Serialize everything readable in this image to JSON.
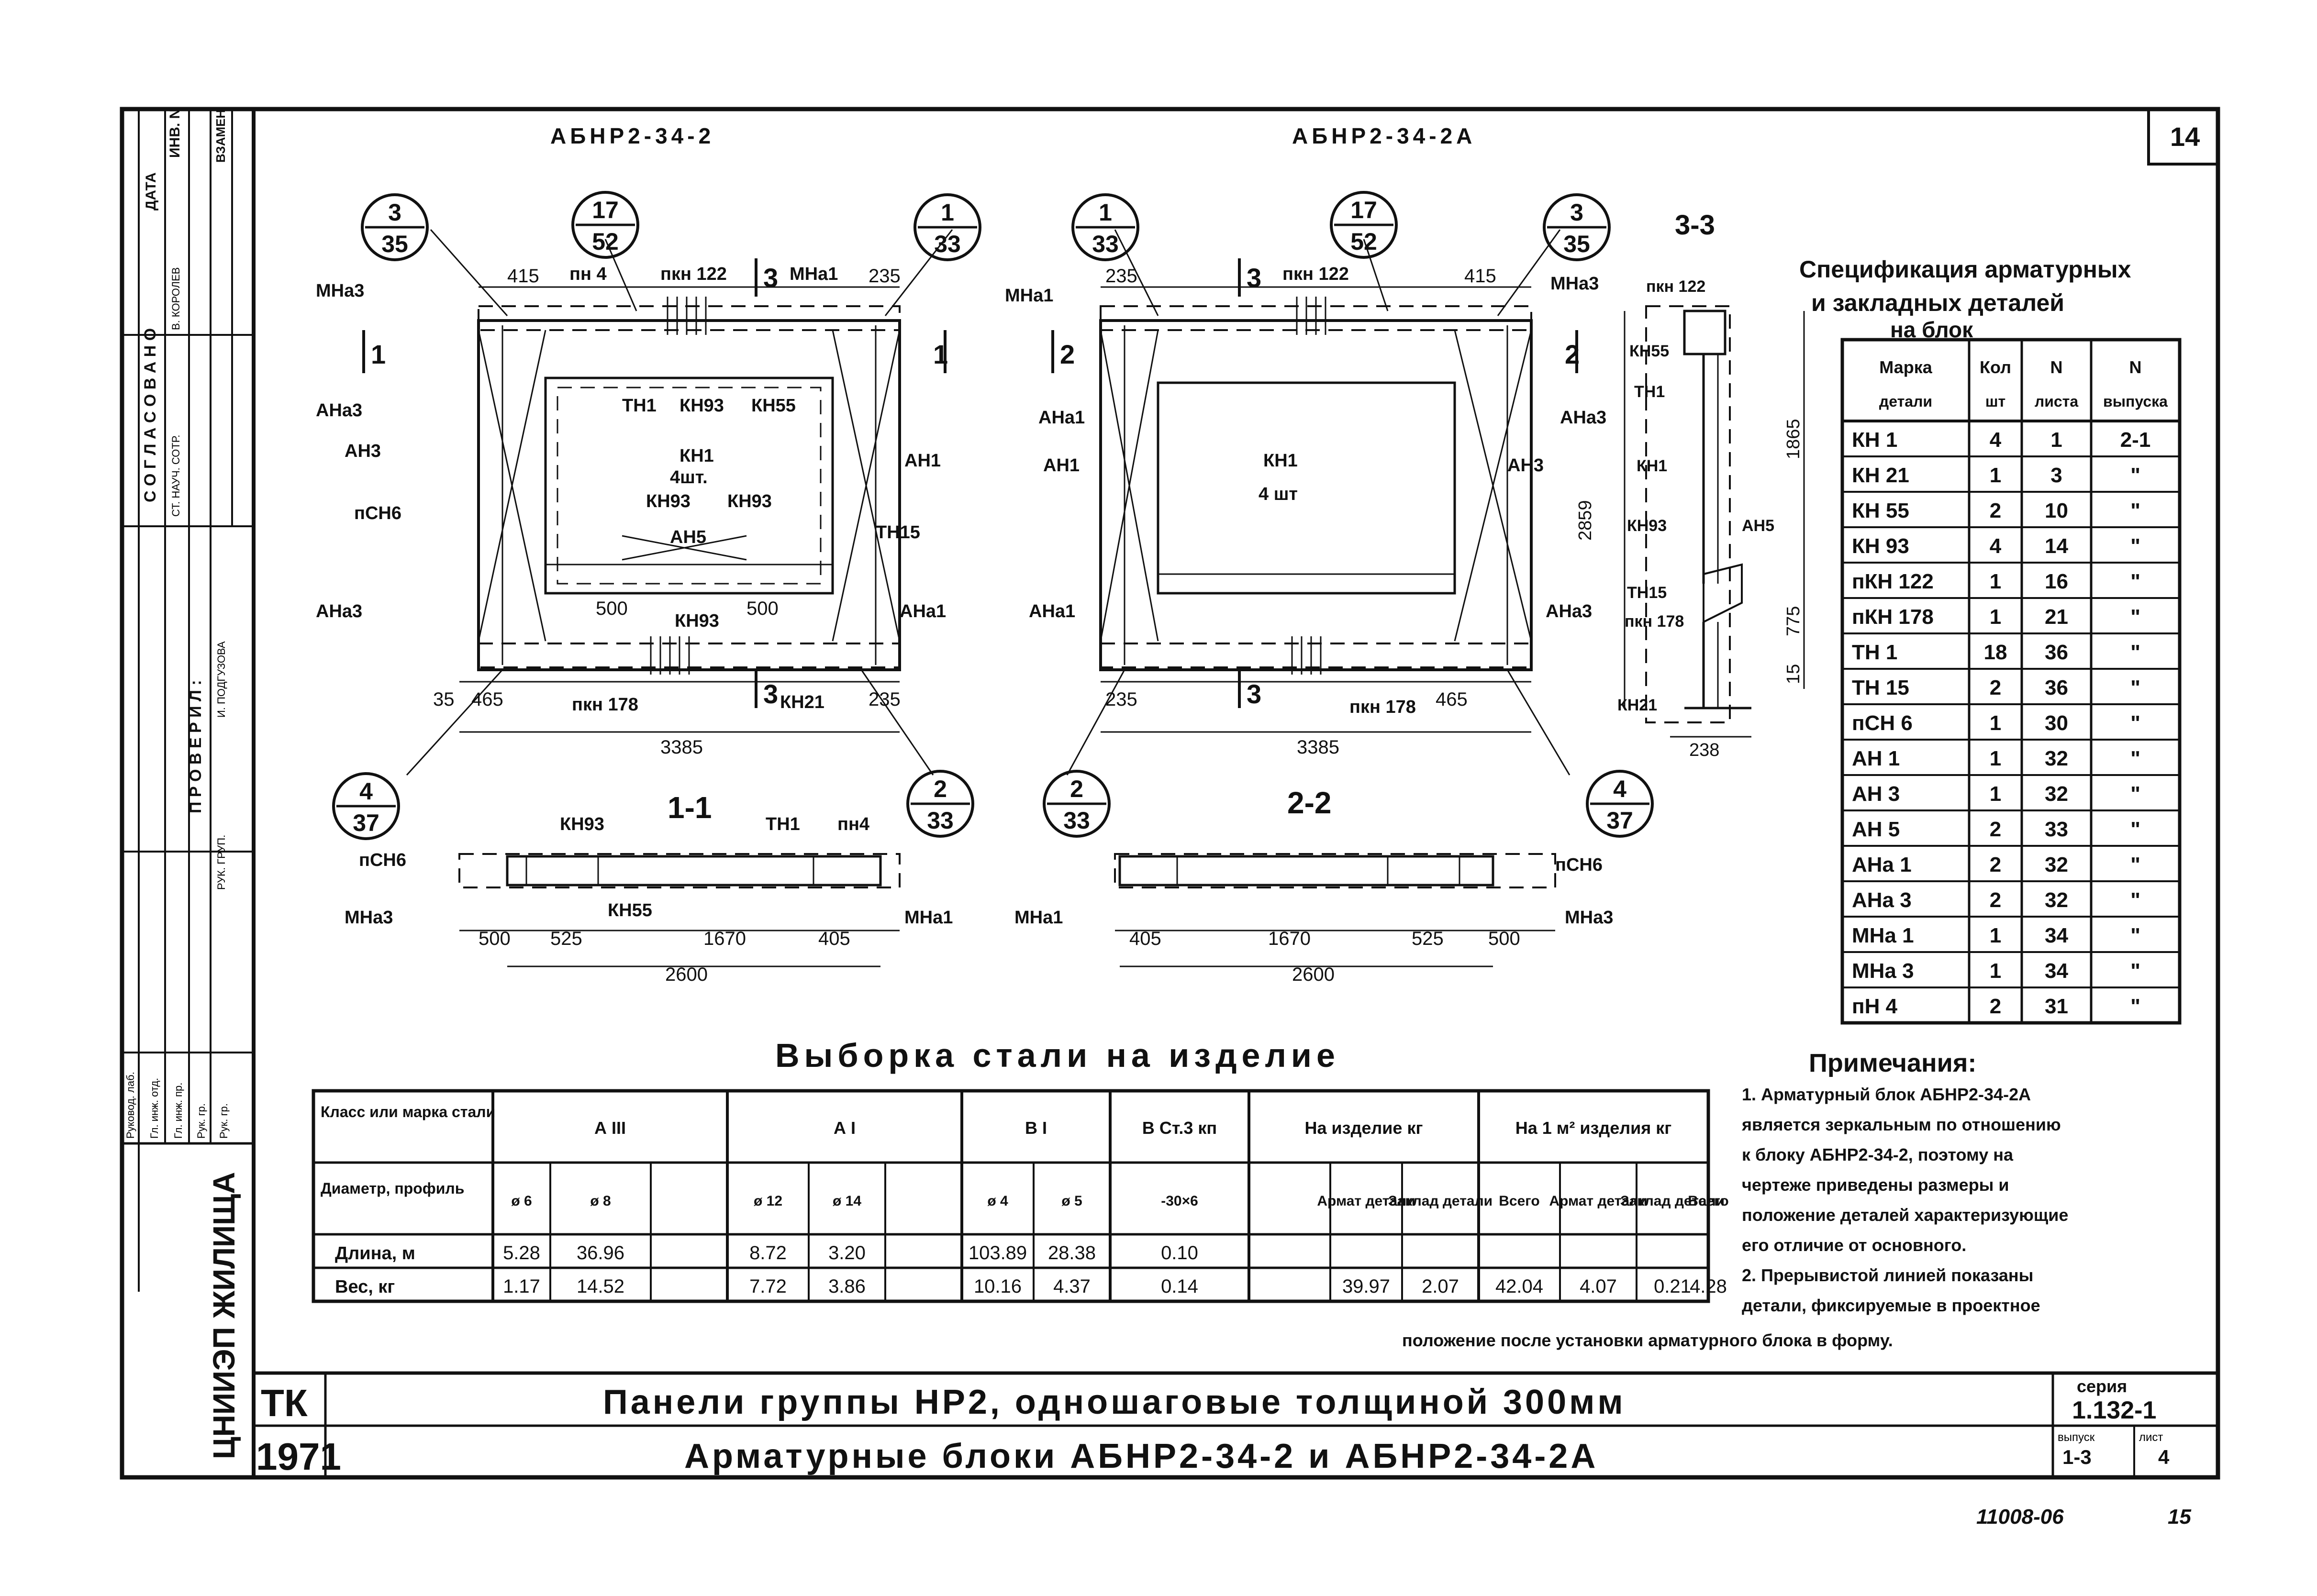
{
  "sheet": {
    "number": "14",
    "series_label": "серия",
    "series": "1.132-1",
    "issue_label": "выпуск",
    "issue": "1-3",
    "list_label": "лист",
    "list": "4",
    "org": "ЦНИИЭП ЖИЛИЩА",
    "tk": "ТК",
    "year": "1971",
    "title_line1": "Панели группы НР2, одношаговые толщиной 300мм",
    "title_line2": "Арматурные блоки АБНР2-34-2 и АБНР2-34-2А",
    "stamp_bottom": "11008-06",
    "stamp_num": "15"
  },
  "side_stamp": {
    "agreed": "С О Г Л А С О В А Н О",
    "date": "ДАТА",
    "inv": "ИНВ. N",
    "replace": "ВЗАМЕН",
    "checked": "П Р О В Е Р И Л :",
    "col1": [
      "СТ. НАУЧ. СОТР.",
      "В. КОРОЛЕВ"
    ],
    "col2": [
      "РУК. ГРУП.",
      "И. ПОДГУЗОВА"
    ],
    "names": [
      "Руковод. лаб.",
      "Гл. инж. отд.",
      "Гл. инж. пр.",
      "Рук. гр.",
      "Рук. гр."
    ]
  },
  "views": {
    "left_title": "АБНР2-34-2",
    "right_title": "АБНР2-34-2А",
    "section11": "1-1",
    "section22": "2-2",
    "section33": "3-3",
    "left_labels": [
      "МНа3",
      "пн 4",
      "пкн 122",
      "МНа1",
      "АНа3",
      "АН3",
      "пСН6",
      "ТН1",
      "КН93",
      "КН55",
      "КН1",
      "4шт.",
      "КН93",
      "КН93",
      "АН5",
      "АН1",
      "ТН15",
      "АНа1",
      "АНа3",
      "пкн 178",
      "КН21",
      "КН93"
    ],
    "right_labels": [
      "МНа1",
      "пкн 122",
      "МНа3",
      "АНа1",
      "АН1",
      "КН1",
      "4 шт",
      "АН3",
      "АНа3",
      "АНа1",
      "АНа3",
      "пкн 178"
    ],
    "section33_labels": [
      "пкн 122",
      "КН55",
      "ТН1",
      "КН1",
      "КН93",
      "АН5",
      "ТН15",
      "пкн 178",
      "КН21"
    ],
    "sec11_labels": [
      "КН93",
      "ТН1",
      "пн4",
      "пСН6",
      "МНа3",
      "КН55",
      "МНа1"
    ],
    "sec22_labels": [
      "МНа1",
      "пСН6",
      "МНа3"
    ],
    "dims_left": [
      "415",
      "235",
      "35",
      "465",
      "235",
      "500",
      "500",
      "3385"
    ],
    "dims_right": [
      "235",
      "415",
      "235",
      "465",
      "3385"
    ],
    "dims_33": [
      "1865",
      "2859",
      "775",
      "15",
      "238"
    ],
    "dims_11": [
      "500",
      "525",
      "1670",
      "405",
      "2600"
    ],
    "dims_22": [
      "405",
      "1670",
      "525",
      "500",
      "2600"
    ],
    "callouts_left": [
      {
        "top": "3",
        "bot": "35"
      },
      {
        "top": "17",
        "bot": "52"
      },
      {
        "top": "1",
        "bot": "33"
      },
      {
        "top": "4",
        "bot": "37"
      },
      {
        "top": "2",
        "bot": "33"
      }
    ],
    "callouts_right": [
      {
        "top": "1",
        "bot": "33"
      },
      {
        "top": "17",
        "bot": "52"
      },
      {
        "top": "3",
        "bot": "35"
      },
      {
        "top": "2",
        "bot": "33"
      },
      {
        "top": "4",
        "bot": "37"
      }
    ],
    "cut_marks": [
      "1",
      "1",
      "2",
      "2",
      "3",
      "3",
      "3",
      "3"
    ]
  },
  "spec": {
    "title1": "Спецификация арматурных",
    "title2": "и закладных деталей",
    "title3": "на блок",
    "headers": [
      [
        "Марка",
        "детали"
      ],
      [
        "Кол",
        "шт"
      ],
      [
        "N",
        "листа"
      ],
      [
        "N",
        "выпуска"
      ]
    ],
    "rows": [
      [
        "КН 1",
        "4",
        "1",
        "2-1"
      ],
      [
        "КН 21",
        "1",
        "3",
        "\""
      ],
      [
        "КН 55",
        "2",
        "10",
        "\""
      ],
      [
        "КН 93",
        "4",
        "14",
        "\""
      ],
      [
        "пКН 122",
        "1",
        "16",
        "\""
      ],
      [
        "пКН 178",
        "1",
        "21",
        "\""
      ],
      [
        "ТН 1",
        "18",
        "36",
        "\""
      ],
      [
        "ТН 15",
        "2",
        "36",
        "\""
      ],
      [
        "пСН 6",
        "1",
        "30",
        "\""
      ],
      [
        "АН 1",
        "1",
        "32",
        "\""
      ],
      [
        "АН 3",
        "1",
        "32",
        "\""
      ],
      [
        "АН 5",
        "2",
        "33",
        "\""
      ],
      [
        "АНа 1",
        "2",
        "32",
        "\""
      ],
      [
        "АНа 3",
        "2",
        "32",
        "\""
      ],
      [
        "МНа 1",
        "1",
        "34",
        "\""
      ],
      [
        "МНа 3",
        "1",
        "34",
        "\""
      ],
      [
        "пН 4",
        "2",
        "31",
        "\""
      ]
    ]
  },
  "steel": {
    "title": "Выборка стали на изделие",
    "row_class": "Класс или марка стали",
    "row_diam": "Диаметр, профиль",
    "row_len": "Длина, м",
    "row_wt": "Вес, кг",
    "groups": [
      "А III",
      "А I",
      "В I",
      "В Ст.3 кп",
      "На изделие кг",
      "На 1 м² изделия кг"
    ],
    "diam": [
      "ø 6",
      "ø 8",
      "",
      "ø 12",
      "ø 14",
      "",
      "ø 4",
      "ø 5",
      "-30×6",
      "",
      "Армат детали",
      "Заклад детали",
      "Всего",
      "Армат детали",
      "Заклад детали",
      "Всего"
    ],
    "len": [
      "5.28",
      "36.96",
      "",
      "8.72",
      "3.20",
      "",
      "103.89",
      "28.38",
      "0.10",
      "",
      "",
      "",
      "",
      "",
      "",
      ""
    ],
    "wt": [
      "1.17",
      "14.52",
      "",
      "7.72",
      "3.86",
      "",
      "10.16",
      "4.37",
      "0.14",
      "",
      "39.97",
      "2.07",
      "42.04",
      "4.07",
      "0.21",
      "4.28"
    ]
  },
  "notes": {
    "title": "Примечания:",
    "lines": [
      "1. Арматурный блок АБНР2-34-2А",
      "является зеркальным по отношению",
      "к блоку АБНР2-34-2, поэтому на",
      "чертеже приведены размеры и",
      "положение деталей характеризующие",
      "его отличие от основного.",
      "2. Прерывистой линией показаны",
      "детали, фиксируемые в проектное",
      "положение после установки арматурного блока в форму."
    ]
  }
}
